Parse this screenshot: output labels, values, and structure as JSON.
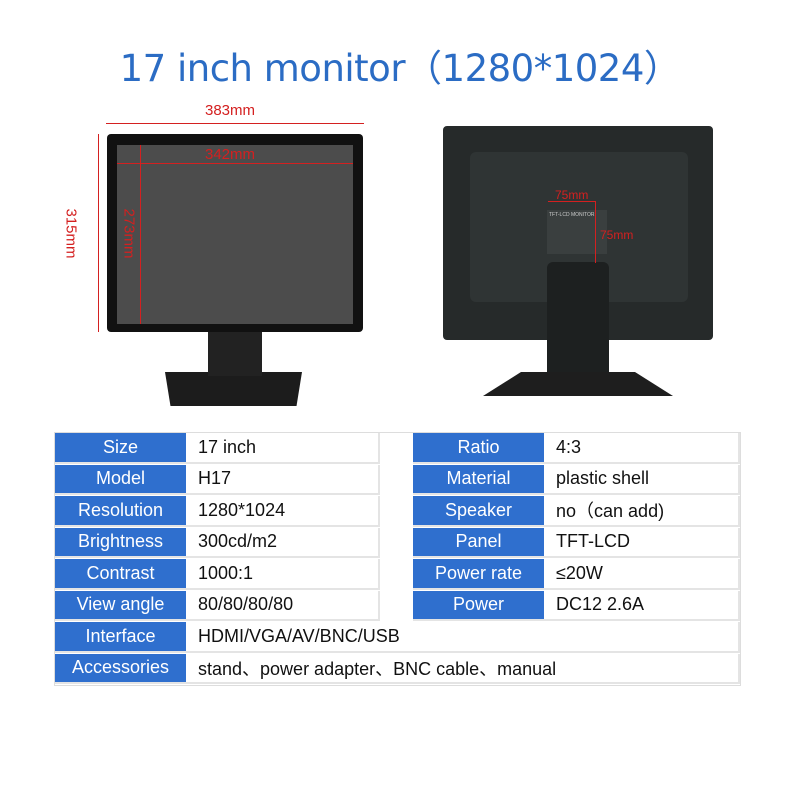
{
  "title": "17 inch monitor（1280*1024）",
  "dimensions": {
    "overall_width": "383mm",
    "screen_width": "342mm",
    "overall_height": "315mm",
    "screen_height": "273mm",
    "vesa_h": "75mm",
    "vesa_v": "75mm"
  },
  "back_label": "TFT-LCD MONITOR",
  "specs_left": [
    {
      "label": "Size",
      "value": "17 inch"
    },
    {
      "label": "Model",
      "value": "H17"
    },
    {
      "label": "Resolution",
      "value": "1280*1024"
    },
    {
      "label": "Brightness",
      "value": "300cd/m2"
    },
    {
      "label": "Contrast",
      "value": "1000:1"
    },
    {
      "label": "View angle",
      "value": "80/80/80/80"
    }
  ],
  "specs_right": [
    {
      "label": "Ratio",
      "value": "4:3"
    },
    {
      "label": "Material",
      "value": "plastic shell"
    },
    {
      "label": "Speaker",
      "value": "no（can add)"
    },
    {
      "label": "Panel",
      "value": "TFT-LCD"
    },
    {
      "label": "Power rate",
      "value": "≤20W"
    },
    {
      "label": "Power",
      "value": "DC12   2.6A"
    }
  ],
  "specs_full": [
    {
      "label": "Interface",
      "value": "HDMI/VGA/AV/BNC/USB"
    },
    {
      "label": "Accessories",
      "value": "stand、power adapter、BNC cable、manual"
    }
  ],
  "colors": {
    "accent": "#2f6fce",
    "dimension": "#d42020"
  }
}
